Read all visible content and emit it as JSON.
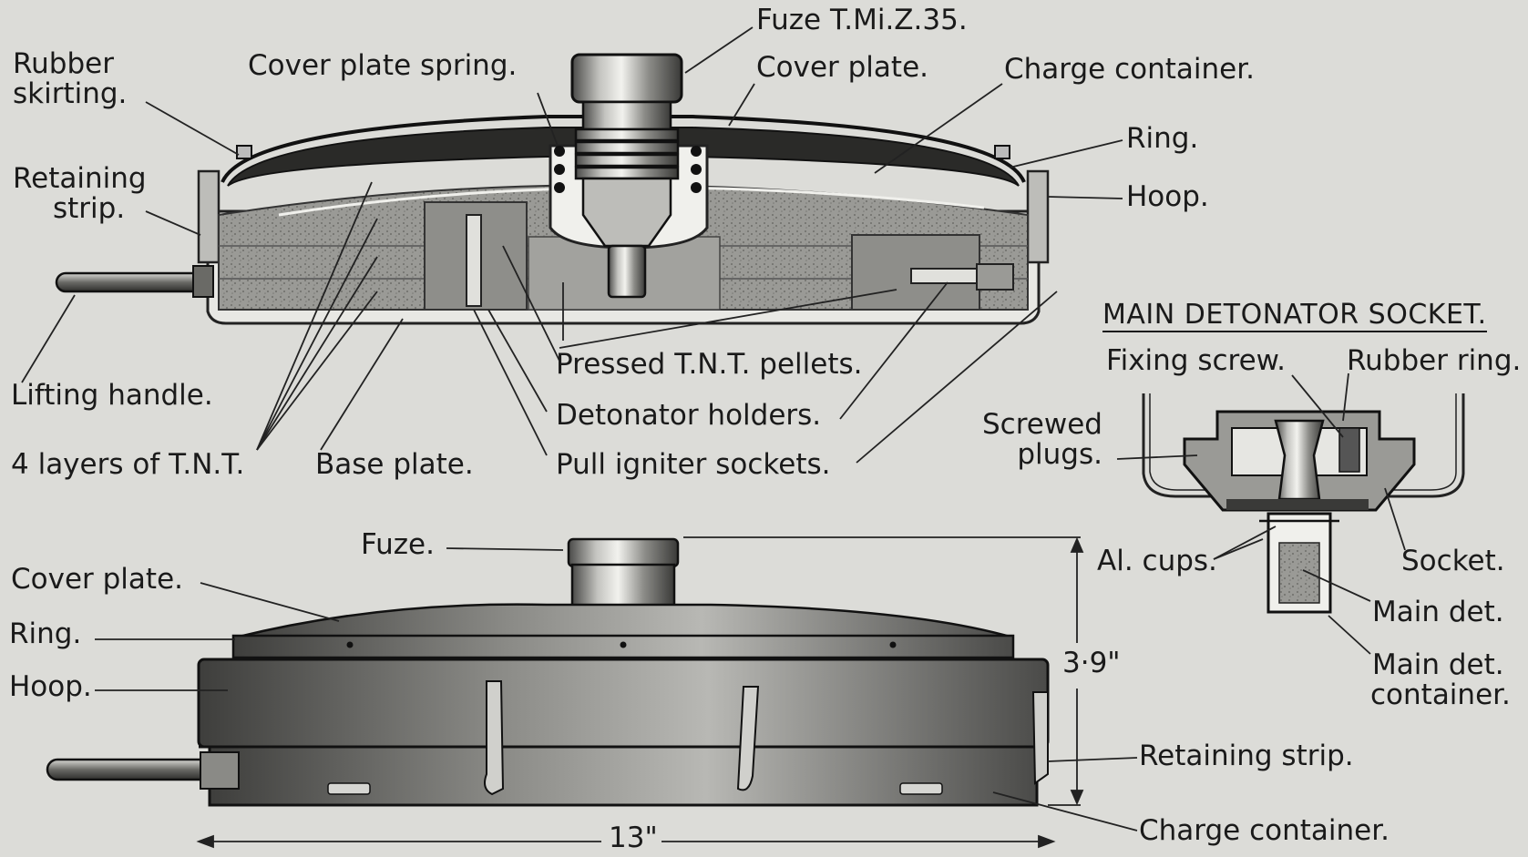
{
  "figure": {
    "section_labels": {
      "fuze_tmiz35": "Fuze T.Mi.Z.35.",
      "rubber_skirting": [
        "Rubber",
        "skirting."
      ],
      "cover_plate_spring": "Cover plate spring.",
      "cover_plate": "Cover plate.",
      "charge_container": "Charge container.",
      "ring": "Ring.",
      "hoop": "Hoop.",
      "retaining_strip": [
        "Retaining",
        "strip."
      ],
      "lifting_handle": "Lifting handle.",
      "tnt_layers": "4 layers of T.N.T.",
      "base_plate": "Base plate.",
      "pressed_tnt_pellets": "Pressed T.N.T. pellets.",
      "detonator_holders": "Detonator holders.",
      "pull_igniter_sockets": "Pull igniter sockets."
    },
    "socket_detail": {
      "heading": "MAIN DETONATOR SOCKET.",
      "fixing_screw": "Fixing screw.",
      "rubber_ring": "Rubber ring.",
      "screwed_plugs": [
        "Screwed",
        "plugs."
      ],
      "al_cups": "Al. cups.",
      "socket": "Socket.",
      "main_det": "Main det.",
      "main_det_container": [
        "Main det.",
        "container."
      ]
    },
    "exterior_labels": {
      "fuze": "Fuze.",
      "cover_plate": "Cover plate.",
      "ring": "Ring.",
      "hoop": "Hoop.",
      "retaining_strip": "Retaining strip.",
      "charge_container": "Charge container."
    },
    "dimensions": {
      "height": "3·9\"",
      "diameter": "13\""
    }
  }
}
